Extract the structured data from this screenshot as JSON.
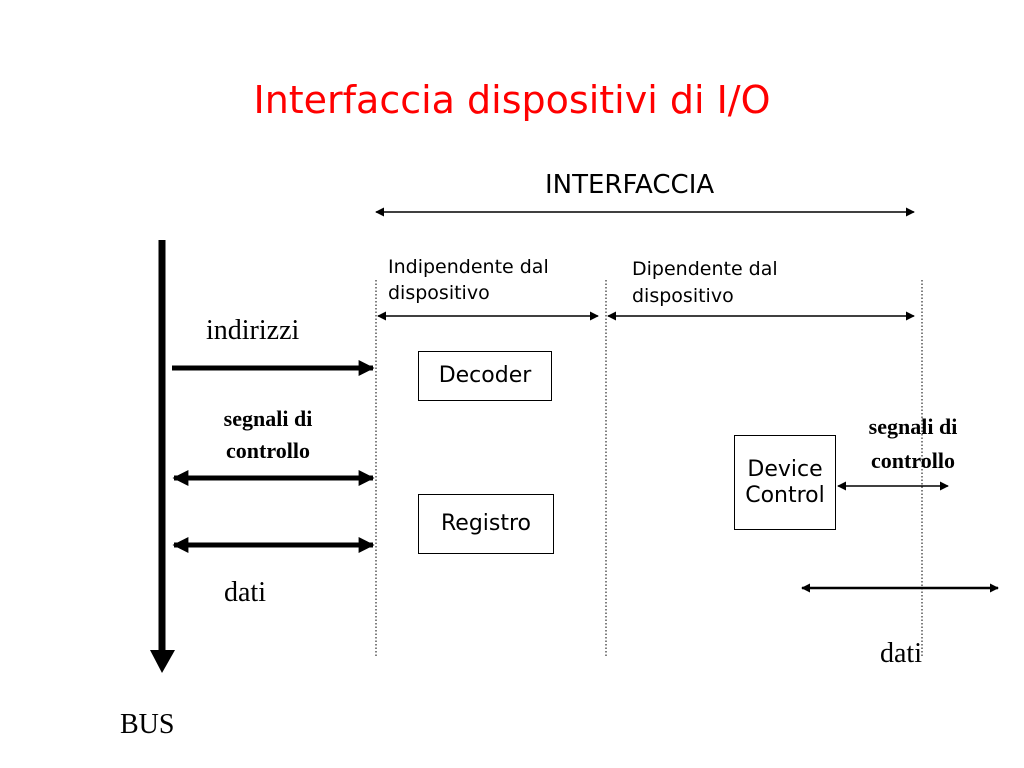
{
  "title": "Interfaccia dispositivi di I/O",
  "colors": {
    "title": "#ff0000",
    "ink": "#000000"
  },
  "interface_label": "INTERFACCIA",
  "section_independent": {
    "line1": "Indipendente dal",
    "line2": "dispositivo"
  },
  "section_dependent": {
    "line1": "Dipendente dal",
    "line2": "dispositivo"
  },
  "bus": {
    "label": "BUS"
  },
  "bus_signals": {
    "addresses": "indirizzi",
    "control": {
      "line1": "segnali di",
      "line2": "controllo"
    },
    "data": "dati"
  },
  "boxes": {
    "decoder": "Decoder",
    "register": "Registro",
    "device_control": {
      "line1": "Device",
      "line2": "Control"
    }
  },
  "device_signals": {
    "control": {
      "line1": "segnali di",
      "line2": "controllo"
    },
    "data": "dati"
  }
}
